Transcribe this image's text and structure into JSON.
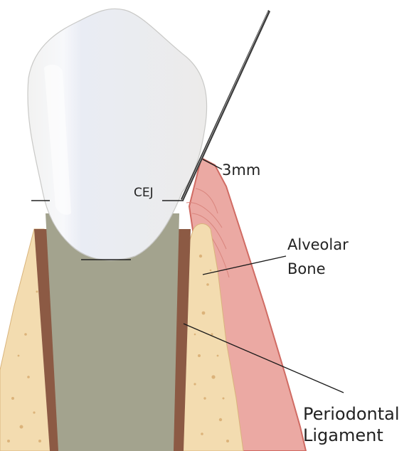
{
  "labels": {
    "measurement": "3mm",
    "cej": "CEJ",
    "alveolar_bone_line1": "Alveolar",
    "alveolar_bone_line2": "Bone",
    "periodontal_ligament_line1": "Periodontal",
    "periodontal_ligament_line2": "Ligament"
  },
  "colors": {
    "enamel": "#ecebe9",
    "root": "#a3a38e",
    "bone": "#f3dcb0",
    "ligament": "#8c5a44",
    "gingiva": "#eba9a3",
    "gingiva_edge": "#cf6a62",
    "probe": "#3a3a3a"
  }
}
